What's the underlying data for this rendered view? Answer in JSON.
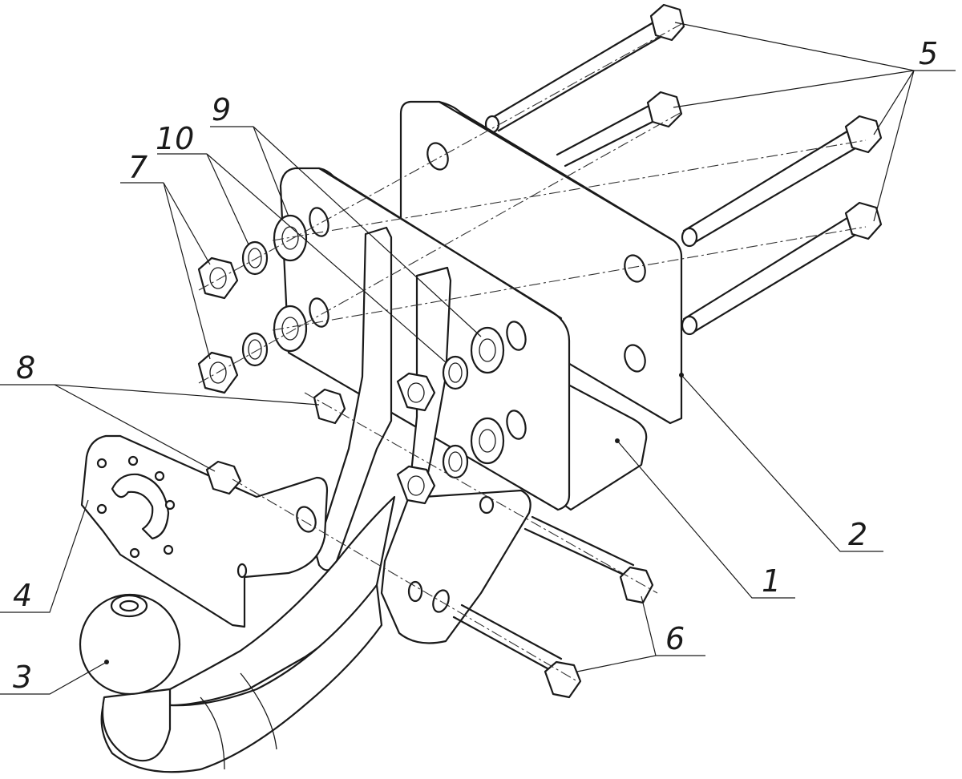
{
  "callouts": [
    {
      "id": "1",
      "text": "1",
      "part": "main bracket"
    },
    {
      "id": "2",
      "text": "2",
      "part": "counter plate"
    },
    {
      "id": "3",
      "text": "3",
      "part": "tow ball"
    },
    {
      "id": "4",
      "text": "4",
      "part": "socket plate"
    },
    {
      "id": "5",
      "text": "5",
      "part": "long bolts"
    },
    {
      "id": "6",
      "text": "6",
      "part": "short bolts"
    },
    {
      "id": "7",
      "text": "7",
      "part": "nuts"
    },
    {
      "id": "8",
      "text": "8",
      "part": "small nuts"
    },
    {
      "id": "9",
      "text": "9",
      "part": "flat washers"
    },
    {
      "id": "10",
      "text": "10",
      "part": "spring washers"
    }
  ]
}
